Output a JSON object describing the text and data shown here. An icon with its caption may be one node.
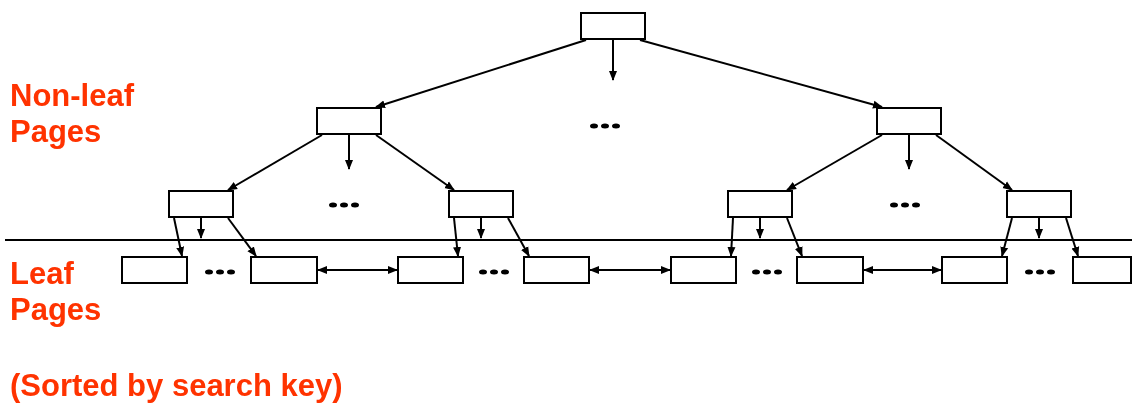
{
  "diagram": {
    "nodes": [
      {
        "text": [],
        "shape": "box"
      },
      {
        "text": [],
        "shape": "box"
      },
      {
        "text": [],
        "shape": "box"
      },
      {
        "text": [],
        "shape": "box"
      },
      {
        "text": [],
        "shape": "box"
      },
      {
        "text": [],
        "shape": "box"
      },
      {
        "text": [],
        "shape": "box"
      },
      {
        "text": [],
        "shape": "box"
      },
      {
        "text": [],
        "shape": "box"
      },
      {
        "text": [],
        "shape": "box"
      },
      {
        "text": [],
        "shape": "box"
      },
      {
        "text": [],
        "shape": "box"
      },
      {
        "text": [],
        "shape": "box"
      },
      {
        "text": [],
        "shape": "box"
      },
      {
        "text": [],
        "shape": "box"
      }
    ],
    "edges": [
      {
        "from": 0,
        "to": 1,
        "arrow": "to"
      },
      {
        "from": 0,
        "to": null,
        "arrow": "to"
      },
      {
        "from": 0,
        "to": 2,
        "arrow": "to"
      },
      {
        "from": 1,
        "to": 3,
        "arrow": "to"
      },
      {
        "from": 1,
        "to": null,
        "arrow": "to"
      },
      {
        "from": 1,
        "to": 4,
        "arrow": "to"
      },
      {
        "from": 2,
        "to": 5,
        "arrow": "to"
      },
      {
        "from": 2,
        "to": null,
        "arrow": "to"
      },
      {
        "from": 2,
        "to": 6,
        "arrow": "to"
      },
      {
        "from": 3,
        "to": 7,
        "arrow": "to"
      },
      {
        "from": 3,
        "to": null,
        "arrow": "to"
      },
      {
        "from": 3,
        "to": 8,
        "arrow": "to"
      },
      {
        "from": 4,
        "to": 9,
        "arrow": "to"
      },
      {
        "from": 4,
        "to": null,
        "arrow": "to"
      },
      {
        "from": 4,
        "to": 10,
        "arrow": "to"
      },
      {
        "from": 5,
        "to": 11,
        "arrow": "to"
      },
      {
        "from": 5,
        "to": null,
        "arrow": "to"
      },
      {
        "from": 5,
        "to": 12,
        "arrow": "to"
      },
      {
        "from": 6,
        "to": 13,
        "arrow": "to"
      },
      {
        "from": 6,
        "to": null,
        "arrow": "to"
      },
      {
        "from": 6,
        "to": 14,
        "arrow": "to"
      },
      {
        "from": 8,
        "to": 9,
        "arrow": "both"
      },
      {
        "from": 10,
        "to": 11,
        "arrow": "both"
      },
      {
        "from": 12,
        "to": 13,
        "arrow": "both"
      }
    ],
    "labels": [
      "Non-leaf Pages",
      "Leaf Pages",
      "(Sorted by search key)"
    ]
  }
}
